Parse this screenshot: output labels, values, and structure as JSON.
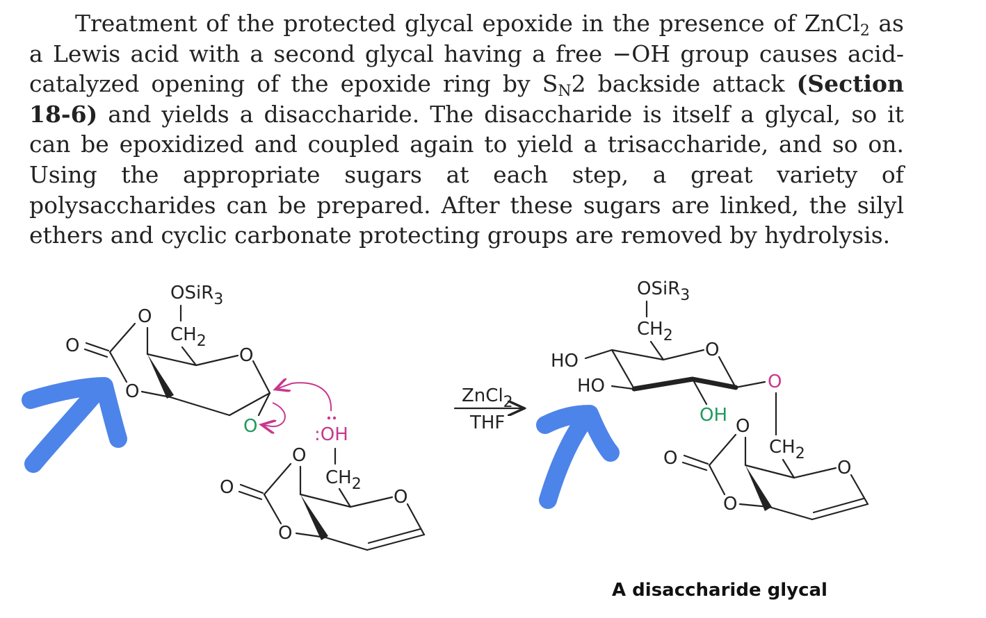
{
  "paragraph": {
    "part1": "Treatment of the protected glycal epoxide in the presence of ZnCl",
    "part1_sub": "2",
    "part2": " as a Lewis acid with a second glycal having a free −OH group causes acid-catalyzed opening of the epoxide ring by S",
    "part2_sub": "N",
    "part3": "2 backside attack ",
    "bold_ref": "(Section 18-6)",
    "part4": " and yields a disaccharide. The disaccharide is itself a glycal, so it can be epoxidized and coupled again to yield a trisaccharide, and so on. Using the appropriate sugars at each step, a great variety of polysaccharides can be prepared. After these sugars are linked, the silyl ethers and cyclic carbonate protecting groups are removed by hydrolysis."
  },
  "reaction": {
    "reagent_top": "ZnCl",
    "reagent_top_sub": "2",
    "reagent_bottom": "THF",
    "product_caption": "A disaccharide glycal"
  },
  "labels": {
    "osir": "OSiR",
    "osir_sub": "3",
    "ch2": "CH",
    "ch2_sub": "2",
    "o": "O",
    "oh_nucleophile": ":OH",
    "ho": "HO",
    "oh": "OH"
  },
  "colors": {
    "nucleophile": "#c8388c",
    "epoxide_oxygen": "#1f9a5e",
    "annotation_arrow": "#2f6fe6",
    "text": "#222222"
  }
}
